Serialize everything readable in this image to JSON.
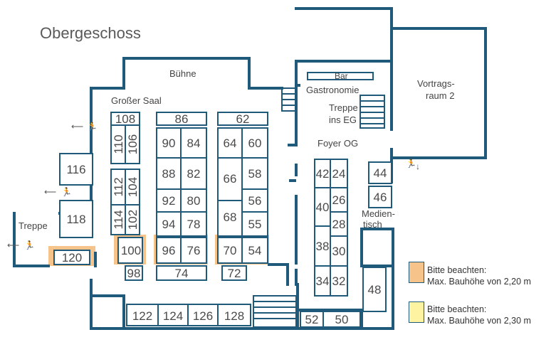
{
  "title": "Obergeschoss",
  "labels": {
    "buehne": "Bühne",
    "grosser_saal": "Großer Saal",
    "bar": "Bar",
    "gastronomie": "Gastronomie",
    "treppe_eg_1": "Treppe",
    "treppe_eg_2": "ins EG",
    "foyer": "Foyer OG",
    "vortrag_1": "Vortrags-",
    "vortrag_2": "raum 2",
    "medien_1": "Medien-",
    "medien_2": "tisch",
    "treppe": "Treppe"
  },
  "booths": {
    "b108": "108",
    "b86": "86",
    "b62": "62",
    "b110": "110",
    "b106": "106",
    "b112": "112",
    "b104": "104",
    "b114": "114",
    "b102": "102",
    "b100": "100",
    "b98": "98",
    "b90": "90",
    "b84": "84",
    "b88": "88",
    "b82": "82",
    "b92": "92",
    "b80": "80",
    "b94": "94",
    "b78": "78",
    "b96": "96",
    "b76": "76",
    "b74": "74",
    "b64": "64",
    "b60": "60",
    "b66": "66",
    "b58": "58",
    "b56": "56",
    "b68": "68",
    "b55": "55",
    "b70": "70",
    "b54": "54",
    "b72": "72",
    "b116": "116",
    "b118": "118",
    "b120": "120",
    "b122": "122",
    "b124": "124",
    "b126": "126",
    "b128": "128",
    "b42": "42",
    "b24": "24",
    "b40": "40",
    "b26": "26",
    "b28": "28",
    "b38": "38",
    "b30": "30",
    "b34": "34",
    "b32": "32",
    "b44": "44",
    "b46": "46",
    "b48": "48",
    "b52": "52",
    "b50": "50"
  },
  "legend": {
    "orange_line1": "Bitte beachten:",
    "orange_line2": "Max. Bauhöhe von 2,20 m",
    "yellow_line1": "Bitte beachten:",
    "yellow_line2": "Max. Bauhöhe von 2,30 m",
    "orange_color": "#f6c48a",
    "yellow_color": "#fdf3a0"
  },
  "colors": {
    "wall": "#1f5a7a"
  }
}
